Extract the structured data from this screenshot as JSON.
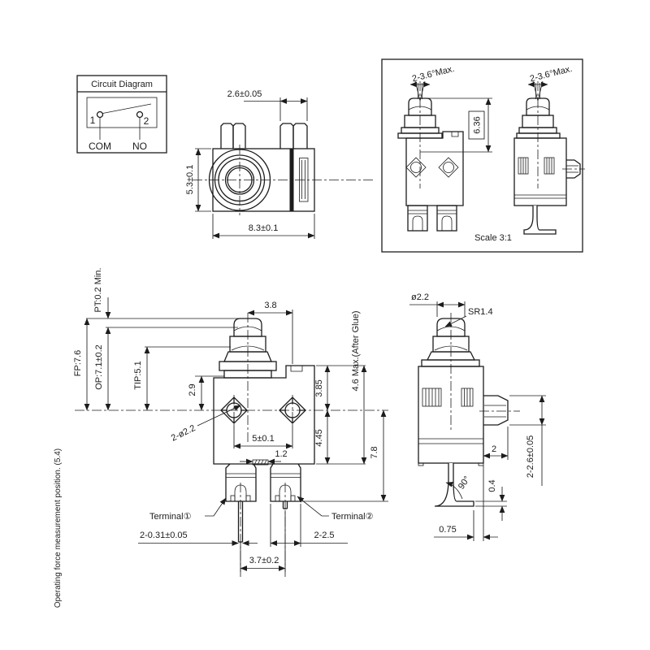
{
  "circuit_diagram": {
    "title": "Circuit Diagram",
    "pin1": "1",
    "pin2": "2",
    "com": "COM",
    "no": "NO"
  },
  "top_view": {
    "terminal_width": "2.6±0.05",
    "body_height": "5.3±0.1",
    "body_width": "8.3±0.1"
  },
  "scaled_views": {
    "left_angle": "2-3.6°Max.",
    "right_angle": "2-3.6°Max.",
    "plunger_height": "6.36",
    "scale_label": "Scale 3:1"
  },
  "front_view": {
    "pt": "PT:0.2 Min.",
    "fp": "FP:7.6",
    "op": "OP:7.1±0.2",
    "tip": "TIP:5.1",
    "dim_2_9": "2.9",
    "dim_3_8": "3.8",
    "holes": "2-ø2.2",
    "hole_pitch": "5±0.1",
    "rib": "1.2",
    "upper_height": "3.85",
    "lower_height": "4.45",
    "glue_height": "4.6 Max.(After Glue)",
    "total_height": "7.8",
    "terminal_1": "Terminal①",
    "terminal_2": "Terminal②",
    "pin_thickness": "2-0.31±0.05",
    "pin_width": "2-2.5",
    "pin_pitch": "3.7±0.2",
    "note": "Operating force measurement position. (5.4)"
  },
  "side_view": {
    "plunger_dia": "ø2.2",
    "tip_radius": "SR1.4",
    "boss_depth": "2",
    "boss_height": "2-2.6±0.05",
    "foot_thickness": "0.4",
    "bend_angle": "90°",
    "foot_offset": "0.75"
  },
  "colors": {
    "line": "#1c1c1c",
    "background": "#ffffff"
  }
}
